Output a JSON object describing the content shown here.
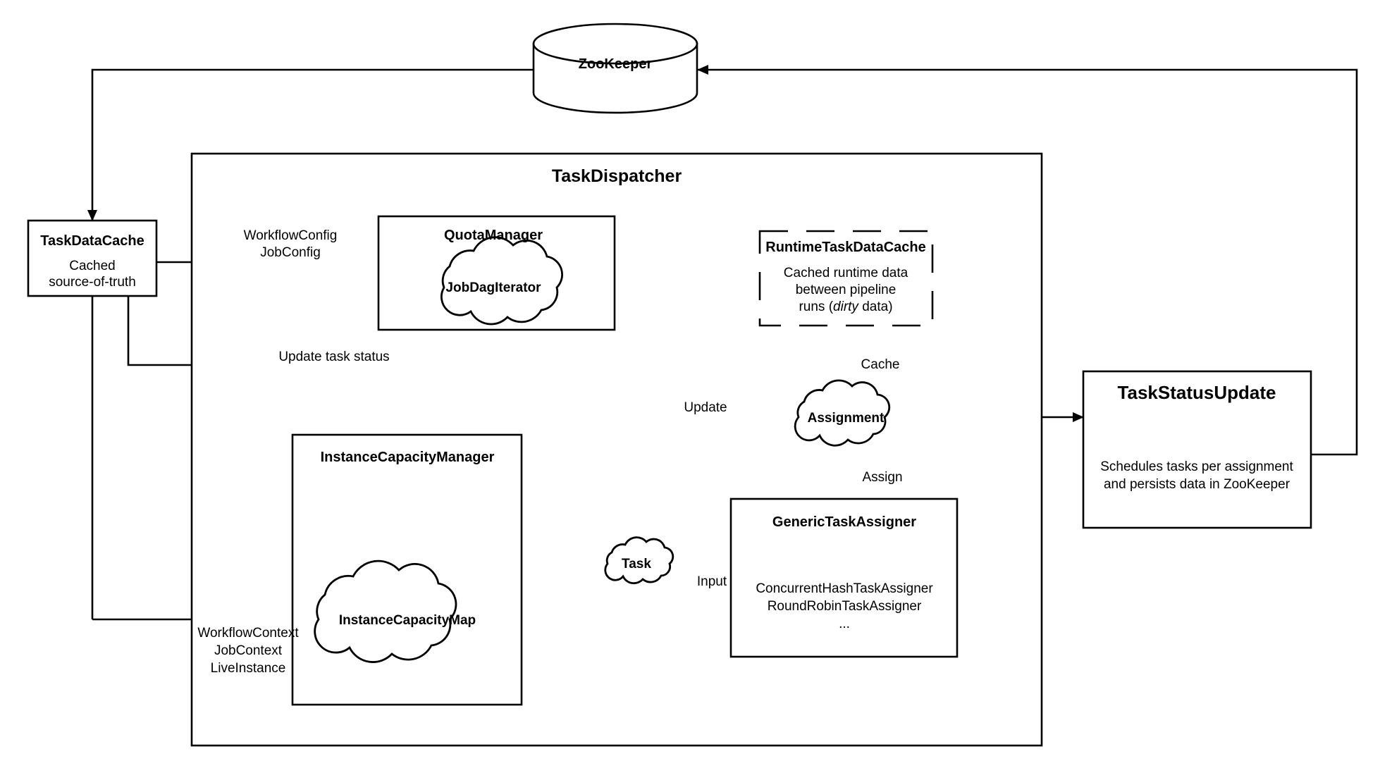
{
  "diagram": {
    "title_container": "TaskDispatcher",
    "nodes": {
      "zookeeper": {
        "label": "ZooKeeper",
        "shape": "cylinder"
      },
      "task_data_cache": {
        "title": "TaskDataCache",
        "body_line1": "Cached",
        "body_line2": "source-of-truth"
      },
      "quota_manager": {
        "title": "QuotaManager"
      },
      "job_dag_iterator": {
        "label": "JobDagIterator",
        "shape": "cloud"
      },
      "runtime_task_data_cache": {
        "title": "RuntimeTaskDataCache",
        "body_line1": "Cached runtime data",
        "body_line2": "between pipeline",
        "body_line3_a": "runs (",
        "body_line3_italic": "dirty",
        "body_line3_b": " data)"
      },
      "task_status_update": {
        "title": "TaskStatusUpdate",
        "body_line1": "Schedules tasks per assignment",
        "body_line2": "and persists data in ZooKeeper"
      },
      "instance_capacity_manager": {
        "title": "InstanceCapacityManager"
      },
      "instance_capacity_map": {
        "label": "InstanceCapacityMap",
        "shape": "cloud"
      },
      "generic_task_assigner": {
        "title": "GenericTaskAssigner",
        "body_line1": "ConcurrentHashTaskAssigner",
        "body_line2": "RoundRobinTaskAssigner",
        "body_line3": "..."
      },
      "assignment": {
        "label": "Assignment",
        "shape": "cloud"
      },
      "task": {
        "label": "Task",
        "shape": "cloud"
      }
    },
    "edge_labels": {
      "workflow_config": "WorkflowConfig",
      "job_config": "JobConfig",
      "update_task_status": "Update task status",
      "update": "Update",
      "cache": "Cache",
      "assign": "Assign",
      "input": "Input",
      "workflow_context": "WorkflowContext",
      "job_context": "JobContext",
      "live_instance": "LiveInstance"
    },
    "colors": {
      "stroke": "#000000",
      "fill": "#ffffff",
      "text": "#000000"
    }
  }
}
